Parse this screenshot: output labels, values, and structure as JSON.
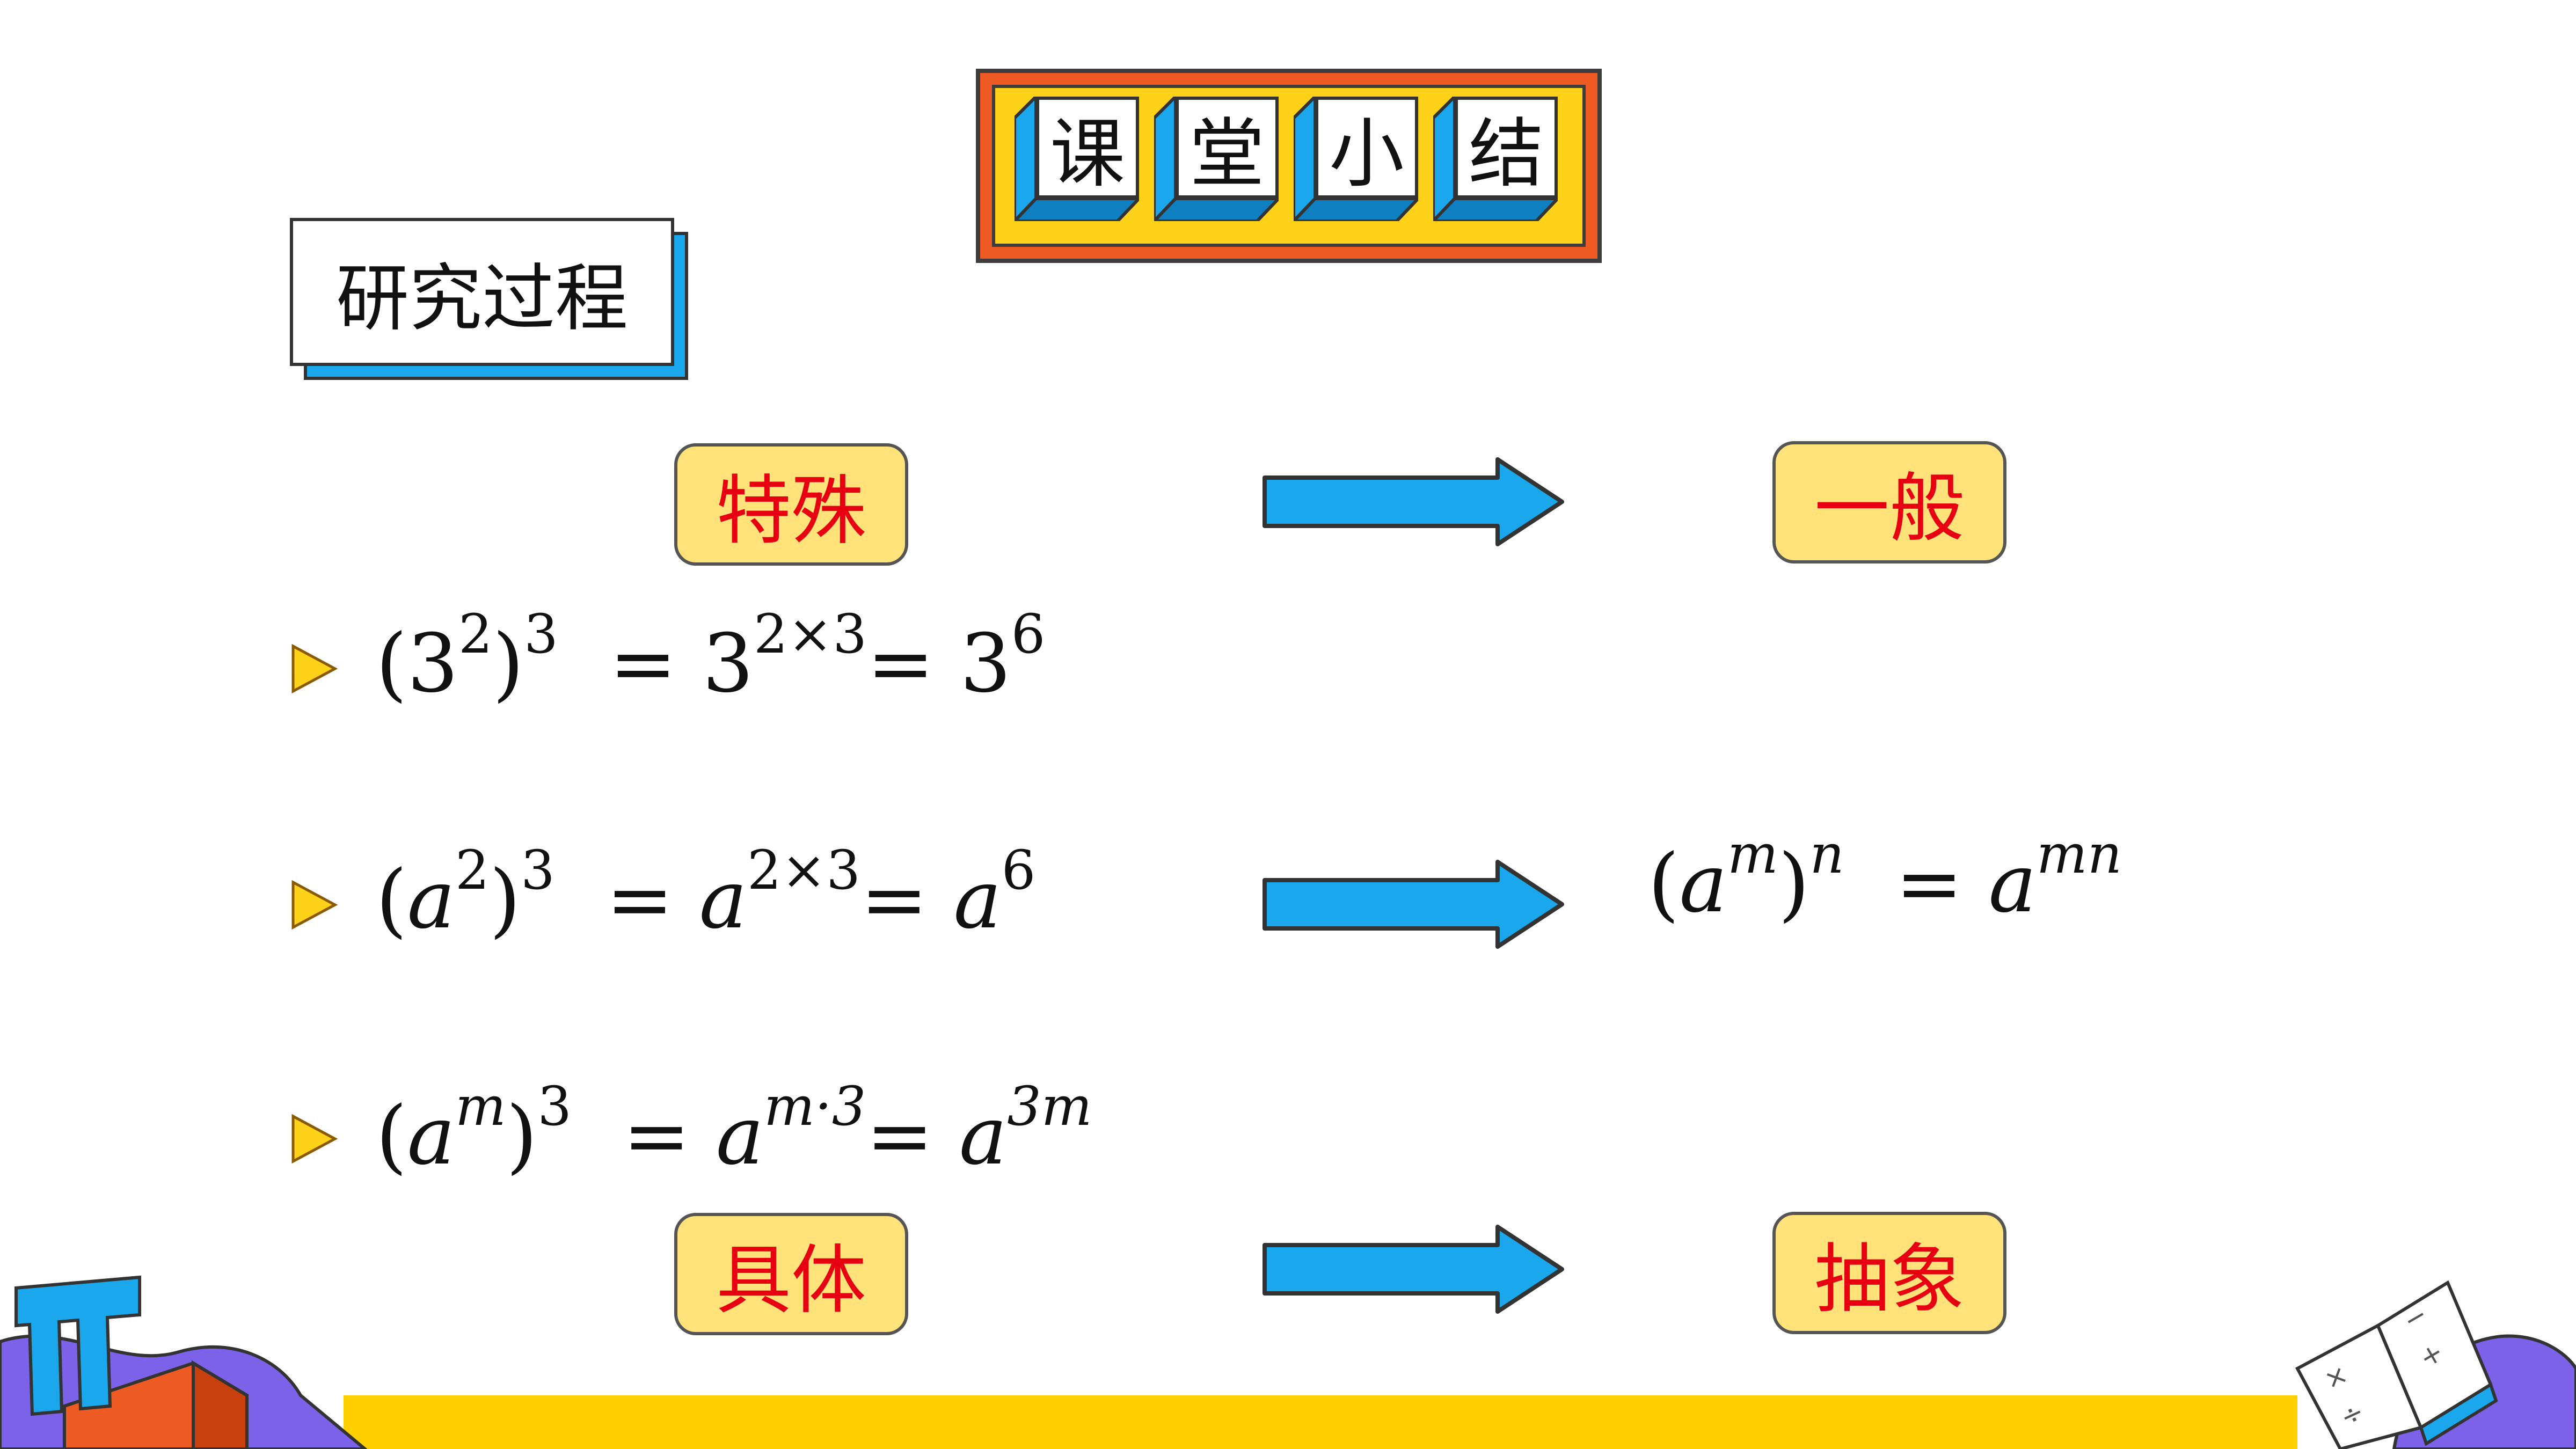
{
  "title": {
    "chars": [
      "课",
      "堂",
      "小",
      "结"
    ]
  },
  "section_label": "研究过程",
  "tags": {
    "special": "特殊",
    "general": "一般",
    "concrete": "具体",
    "abstract": "抽象"
  },
  "lines": [
    {
      "base1": "3",
      "inner_exp": "2",
      "outer_exp": "3",
      "base2": "3",
      "mid_exp": "2×3",
      "result_exp": "6",
      "op": "="
    },
    {
      "base1": "a",
      "inner_exp": "2",
      "outer_exp": "3",
      "base2": "a",
      "mid_exp": "2×3",
      "result_exp": "6",
      "op": "="
    },
    {
      "base1": "a",
      "inner_exp": "m",
      "outer_exp": "3",
      "base2": "a",
      "mid_exp": "m·3",
      "result_exp": "3m",
      "op": "="
    }
  ],
  "general_formula": {
    "base": "a",
    "inner_exp": "m",
    "outer_exp": "n",
    "result_exp": "mn",
    "op": "="
  },
  "colors": {
    "accent_red": "#e60012",
    "tag_fill": "#ffe27a",
    "arrow_blue": "#1aa7ec",
    "title_orange": "#ee5a24",
    "title_yellow": "#ffd21a",
    "bottom_yellow": "#ffd000",
    "purple": "#7b62e8"
  },
  "icons": [
    "pi-icon",
    "open-book-icon",
    "bullet-triangle-icon",
    "right-arrow-icon"
  ]
}
